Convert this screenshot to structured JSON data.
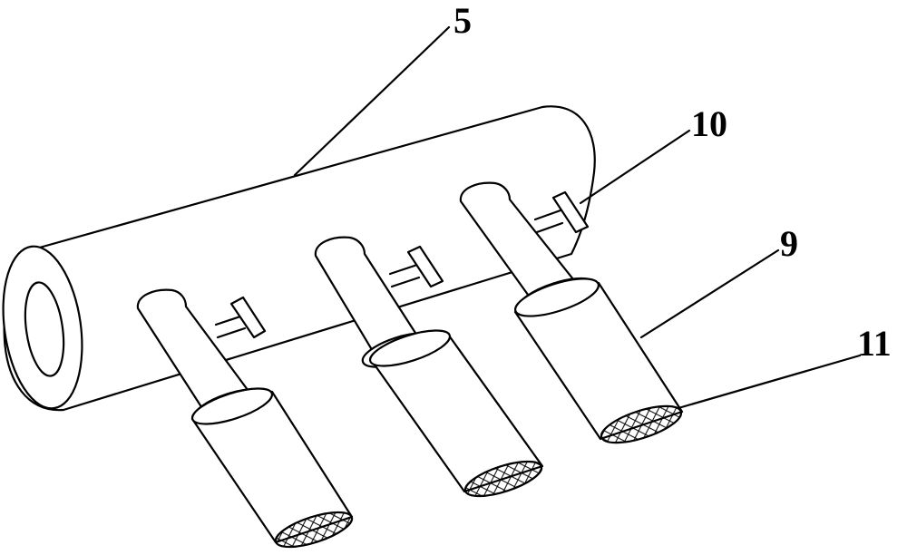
{
  "labels": {
    "pipe": "5",
    "valve": "10",
    "nozzle": "9",
    "mesh": "11"
  }
}
